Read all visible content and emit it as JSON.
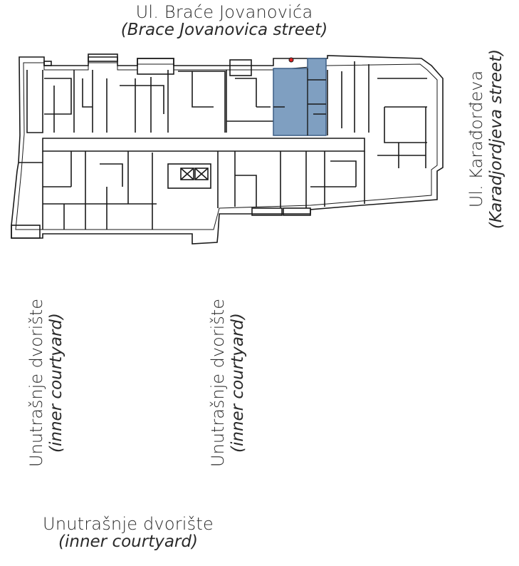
{
  "labels": {
    "street_top": "Ul. Braće Jovanovića",
    "street_top_en": "(Brace Jovanovica street)",
    "street_right": "Ul. Karađorđeva",
    "street_right_en": "(Karadjordjeva street)",
    "courtyard_left": "Unutrašnje dvorište",
    "courtyard_left_en": "(inner courtyard)",
    "courtyard_mid": "Unutrašnje dvorište",
    "courtyard_mid_en": "(inner courtyard)",
    "courtyard_bottom": "Unutrašnje dvorište",
    "courtyard_bottom_en": "(inner courtyard)"
  },
  "colors": {
    "highlight": "#7f9fc1",
    "highlight_stroke": "#3d5f86",
    "wall": "#1a1a1a"
  }
}
